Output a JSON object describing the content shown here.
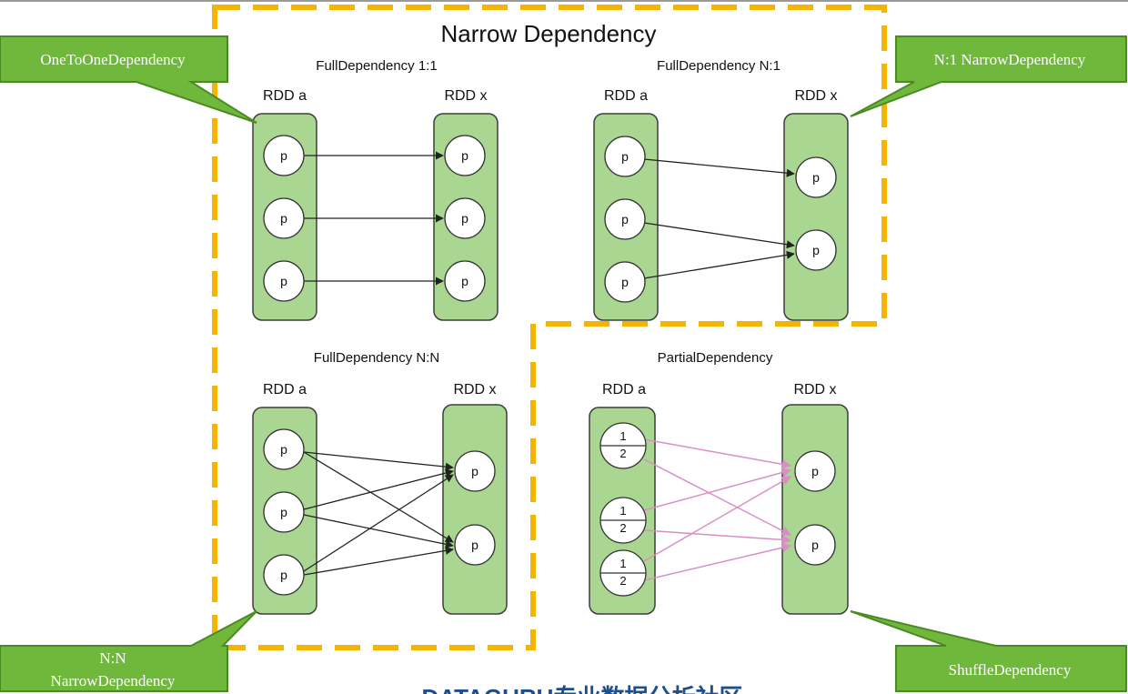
{
  "title": "Narrow Dependency",
  "colors": {
    "rdd_fill": "#a9d691",
    "rdd_stroke": "#3d3d3d",
    "dashed_border": "#f5b400",
    "callout_fill": "#70b83c",
    "callout_stroke": "#4b8a22",
    "callout_text": "#ffffff",
    "arrow_black": "#222222",
    "arrow_pink": "#d98fc4"
  },
  "panels": [
    {
      "id": "one-to-one",
      "title": "FullDependency 1:1",
      "source_label": "RDD a",
      "target_label": "RDD x",
      "partition_label": "p"
    },
    {
      "id": "n-to-1",
      "title": "FullDependency N:1",
      "source_label": "RDD a",
      "target_label": "RDD x",
      "partition_label": "p"
    },
    {
      "id": "n-to-n",
      "title": "FullDependency N:N",
      "source_label": "RDD a",
      "target_label": "RDD x",
      "partition_label": "p"
    },
    {
      "id": "partial",
      "title": "PartialDependency",
      "source_label": "RDD a",
      "target_label": "RDD x",
      "partition_label": "p",
      "half_top": "1",
      "half_bottom": "2"
    }
  ],
  "callouts": {
    "one_to_one": "OneToOneDependency",
    "n_to_1": "N:1 NarrowDependency",
    "n_to_n_line1": "N:N",
    "n_to_n_line2": "NarrowDependency",
    "shuffle": "ShuffleDependency"
  },
  "footer_partial_text": "DATAGURU专业数据分析社区"
}
